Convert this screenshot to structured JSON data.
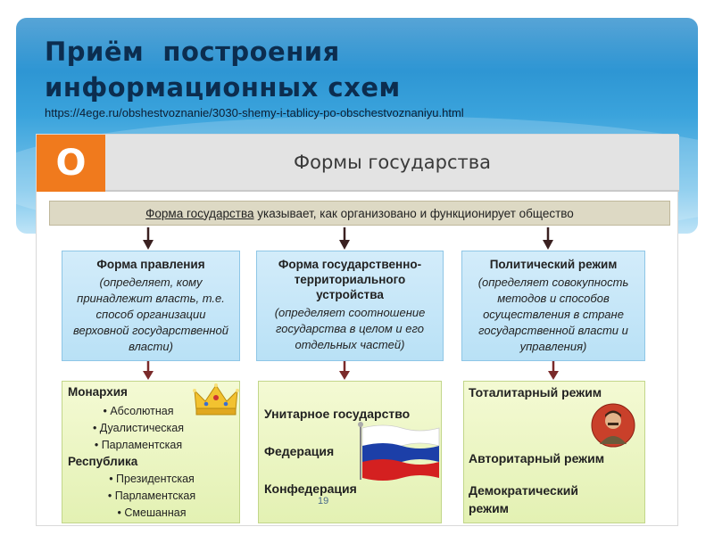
{
  "slide": {
    "title_line1": "Приём  построения",
    "title_line2": "информационных схем",
    "source_url": "https://4ege.ru/obshestvoznanie/3030-shemy-i-tablicy-po-obschestvoznaniyu.html",
    "page_number": "19"
  },
  "scheme": {
    "letter": "О",
    "header": "Формы государства",
    "definition_term": "Форма государства",
    "definition_rest": " указывает, как организовано и функционирует общество",
    "columns": [
      {
        "head": "Форма правления",
        "desc": "(определяет, кому принадлежит власть, т.е. способ организации верховной государственной власти)"
      },
      {
        "head": "Форма государственно-территориального устройства",
        "desc": "(определяет соотношение государства в целом и его отдельных частей)"
      },
      {
        "head": "Политический режим",
        "desc": "(определяет совокупность методов и способов осуществления в стране государственной власти и управления)"
      }
    ],
    "forms_of_government": {
      "monarchy": "Монархия",
      "monarchy_types": [
        "• Абсолютная",
        "• Дуалистическая",
        "• Парламентская"
      ],
      "republic": "Республика",
      "republic_types": [
        "• Президентская",
        "• Парламентская",
        "• Смешанная"
      ]
    },
    "territorial_forms": [
      "Унитарное государство",
      "Федерация",
      "Конфедерация"
    ],
    "regimes": [
      "Тоталитарный режим",
      "Авторитарный режим",
      "Демократический режим"
    ]
  },
  "icons": {
    "crown": "crown-icon",
    "flag": "russian-flag-icon",
    "portrait": "portrait-icon"
  },
  "colors": {
    "orange": "#f07a1d",
    "blue_box": "#c4e6f8",
    "green_box": "#ebf5c2",
    "arrow": "#7a2a2a"
  }
}
